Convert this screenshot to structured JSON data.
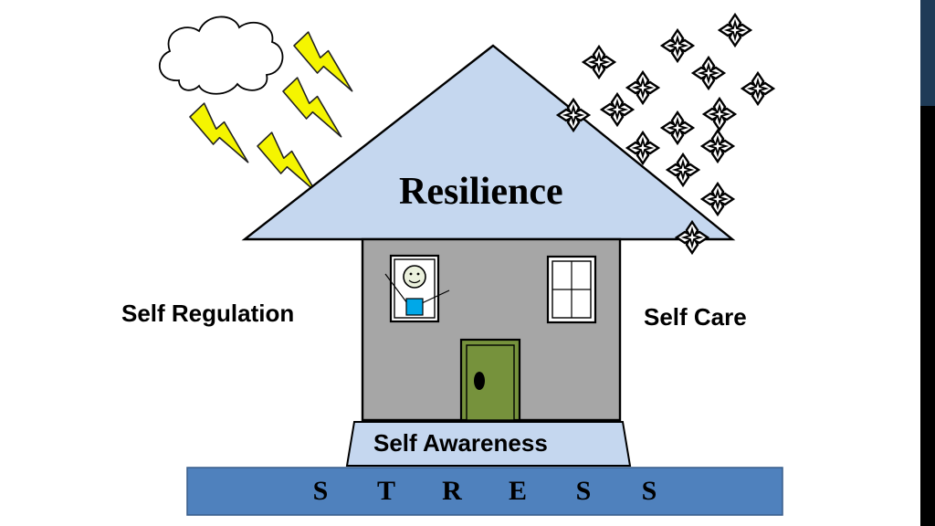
{
  "roof_title": "Resilience",
  "left_label": "Self Regulation",
  "right_label": "Self Care",
  "foundation_label": "Self Awareness",
  "ground_letters": [
    "S",
    "T",
    "R",
    "E",
    "S",
    "S"
  ],
  "colors": {
    "roof": "#c5d7ef",
    "walls": "#a6a6a6",
    "door": "#76923c",
    "ground": "#4f81bd",
    "foundation": "#c5d7ef",
    "lightning": "#f5f500",
    "accent_bar": "#1f3b57"
  },
  "icons": [
    "cloud-icon",
    "lightning-bolt-icon",
    "sparkle-icon",
    "smiley-person-icon"
  ]
}
